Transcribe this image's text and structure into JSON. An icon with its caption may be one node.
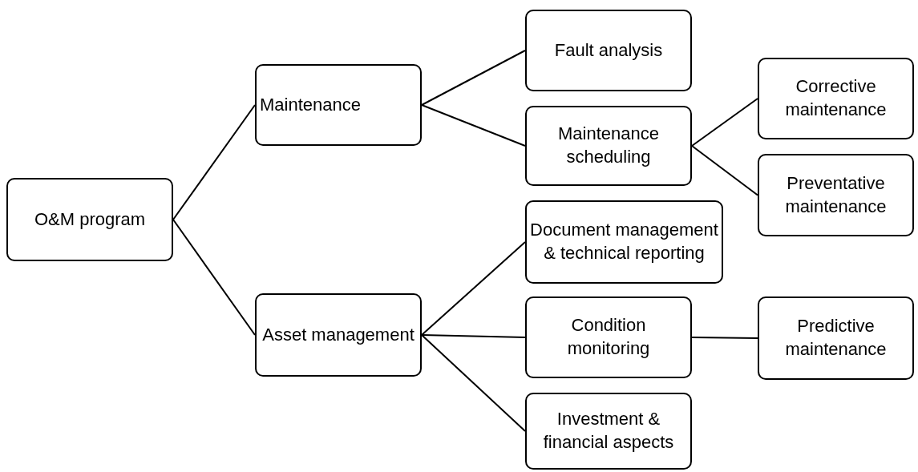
{
  "diagram": {
    "nodes": [
      {
        "text": [
          "O&M program"
        ]
      },
      {
        "text": [
          "Maintenance"
        ]
      },
      {
        "text": [
          "Asset management"
        ]
      },
      {
        "text": [
          "Fault analysis"
        ]
      },
      {
        "text": [
          "Maintenance scheduling"
        ]
      },
      {
        "text": [
          "Document management & technical reporting"
        ]
      },
      {
        "text": [
          "Condition monitoring"
        ]
      },
      {
        "text": [
          "Investment & financial aspects"
        ]
      },
      {
        "text": [
          "Corrective maintenance"
        ]
      },
      {
        "text": [
          "Preventative maintenance"
        ]
      },
      {
        "text": [
          "Predictive maintenance"
        ]
      }
    ],
    "edges": [
      {
        "from": 0,
        "to": 1,
        "arrow": "none"
      },
      {
        "from": 0,
        "to": 2,
        "arrow": "none"
      },
      {
        "from": 1,
        "to": 3,
        "arrow": "none"
      },
      {
        "from": 1,
        "to": 4,
        "arrow": "none"
      },
      {
        "from": 2,
        "to": 5,
        "arrow": "none"
      },
      {
        "from": 2,
        "to": 6,
        "arrow": "none"
      },
      {
        "from": 2,
        "to": 7,
        "arrow": "none"
      },
      {
        "from": 4,
        "to": 8,
        "arrow": "none"
      },
      {
        "from": 4,
        "to": 9,
        "arrow": "none"
      },
      {
        "from": 6,
        "to": 10,
        "arrow": "none"
      }
    ]
  }
}
